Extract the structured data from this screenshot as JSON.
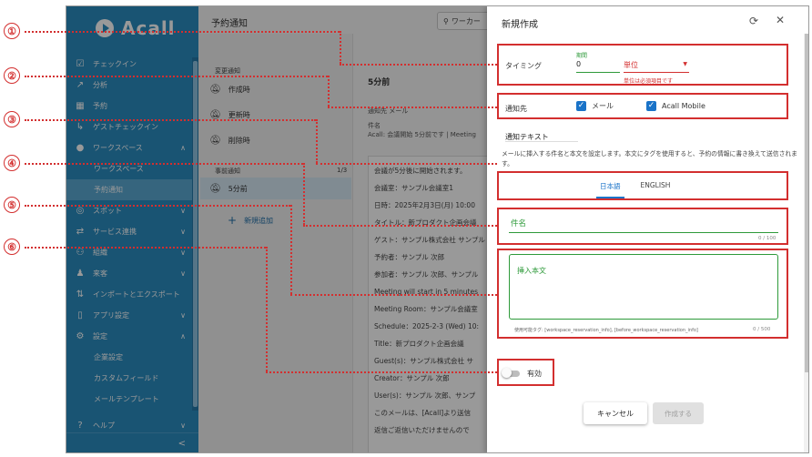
{
  "sidebar": {
    "brand": "Acall",
    "items": [
      {
        "label": "チェックイン",
        "icon": "check-square-icon",
        "chevron": ""
      },
      {
        "label": "分析",
        "icon": "chart-icon",
        "chevron": ""
      },
      {
        "label": "予約",
        "icon": "calendar-icon",
        "chevron": ""
      },
      {
        "label": "ゲストチェックイン",
        "icon": "guest-checkin-icon",
        "chevron": ""
      },
      {
        "label": "ワークスペース",
        "icon": "location-pin-icon",
        "chevron": "∧"
      },
      {
        "label": "ワークスペース",
        "icon": "",
        "chevron": "",
        "sub": true
      },
      {
        "label": "予約通知",
        "icon": "",
        "chevron": "",
        "sub": true,
        "active": true
      },
      {
        "label": "スポット",
        "icon": "spot-icon",
        "chevron": "∨"
      },
      {
        "label": "サービス連携",
        "icon": "link-icon",
        "chevron": "∨"
      },
      {
        "label": "組織",
        "icon": "org-icon",
        "chevron": "∨"
      },
      {
        "label": "来客",
        "icon": "visitor-icon",
        "chevron": "∨"
      },
      {
        "label": "インポートとエクスポート",
        "icon": "import-export-icon",
        "chevron": ""
      },
      {
        "label": "アプリ設定",
        "icon": "app-icon",
        "chevron": "∨"
      },
      {
        "label": "設定",
        "icon": "settings-icon",
        "chevron": "∧"
      },
      {
        "label": "企業設定",
        "icon": "",
        "chevron": "",
        "sub": true
      },
      {
        "label": "カスタムフィールド",
        "icon": "",
        "chevron": "",
        "sub": true
      },
      {
        "label": "メールテンプレート",
        "icon": "",
        "chevron": "",
        "sub": true
      }
    ],
    "help": "ヘルプ",
    "collapse": "<"
  },
  "page": {
    "title": "予約通知",
    "worker_button": "ワーカー",
    "change_section": "変更通知",
    "change_items": [
      "作成時",
      "更新時",
      "削除時"
    ],
    "before_section": "事前通知",
    "before_count": "1/3",
    "before_items": [
      "5分前"
    ],
    "add_new": "新規追加",
    "detail_title": "5分前",
    "detail_lines": [
      "通知先  メール",
      "件名",
      "Acall: 会議開始 5分前です | Meeting"
    ],
    "preview_lines": [
      "会議が5分後に開始されます。",
      "",
      "会議室：サンプル会議室1",
      "日時：2025年2月3日(月) 10:00",
      "タイトル：新プロダクト企画会議",
      "ゲスト：サンプル株式会社 サンプル",
      "予約者：サンプル 次郎",
      "参加者：サンプル 次郎、サンプル",
      "",
      "Meeting will start in 5 minutes",
      "",
      "Meeting Room：サンプル会議室",
      "Schedule：2025-2-3 (Wed) 10:",
      "Title：新プロダクト企画会議",
      "Guest(s)：サンプル株式会社 サ",
      "Creator：サンプル 次郎",
      "User(s)：サンプル 次郎、サンプ",
      "",
      "このメールは、[Acall]より送信",
      "返信ご返信いただけませんので"
    ]
  },
  "modal": {
    "title": "新規作成",
    "timing_label": "タイミング",
    "timing_small_label": "期間",
    "timing_value": "0",
    "unit_placeholder": "単位",
    "unit_error": "単位は必須項目です",
    "destination_label": "通知先",
    "dest_email": "メール",
    "dest_mobile": "Acall Mobile",
    "notify_text_heading": "通知テキスト",
    "notify_text_desc": "メールに挿入する件名と本文を設定します。本文にタグを使用すると、予約の情報に書き換えて送信されます。",
    "tab_ja": "日本語",
    "tab_en": "ENGLISH",
    "subject_label": "件名",
    "subject_count": "0 / 100",
    "body_placeholder": "挿入本文",
    "body_hint": "使用可能タグ: [workspace_reservation_info], [before_workspace_reservation_info]",
    "body_count": "0 / 500",
    "toggle_label": "有効",
    "cancel": "キャンセル",
    "create": "作成する"
  },
  "annotations": [
    "①",
    "②",
    "③",
    "④",
    "⑤",
    "⑥"
  ],
  "colors": {
    "sidebar": "#2b8cc0",
    "annotation": "#d32f2f",
    "accent": "#1a73c8",
    "valid": "#2e9a3a"
  }
}
